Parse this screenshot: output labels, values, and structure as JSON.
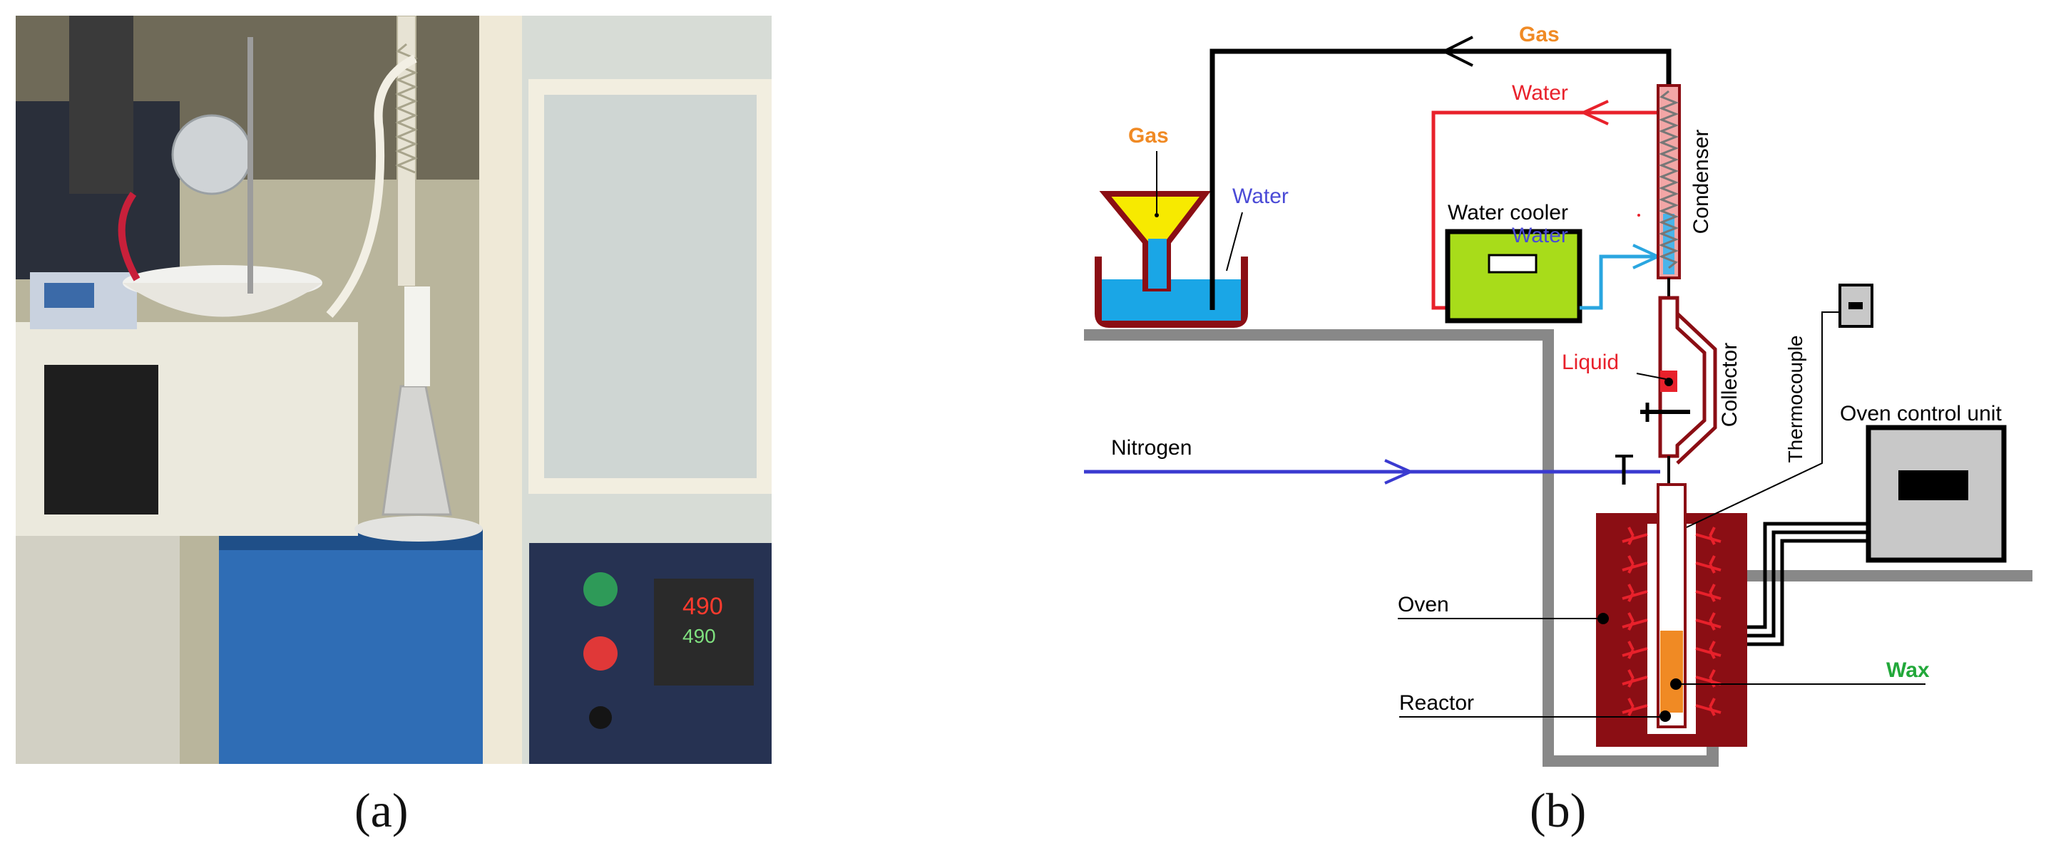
{
  "panels": {
    "a": {
      "caption": "(a)"
    },
    "b": {
      "caption": "(b)"
    }
  },
  "labels": {
    "gas_top": "Gas",
    "gas_funnel": "Gas",
    "water_return": "Water",
    "water_bath": "Water",
    "water_feed": "Water",
    "water_cooler": "Water cooler",
    "condenser": "Condenser",
    "collector": "Collector",
    "liquid": "Liquid",
    "thermocouple": "Thermocouple",
    "oven_control_unit": "Oven control unit",
    "nitrogen": "Nitrogen",
    "oven": "Oven",
    "reactor": "Reactor",
    "wax": "Wax"
  },
  "photo_display": {
    "readout_top": "490",
    "readout_bottom": "490"
  },
  "colors": {
    "gas_label": "#f08a24",
    "water_return_line": "#e8212b",
    "water_feed_line": "#2aa6e0",
    "water_label_blue": "#4a4ad6",
    "nitrogen_line": "#3a3ad0",
    "wax_label": "#22a83a",
    "oven_body": "#8b0e14",
    "wax_fill": "#f08a24",
    "cooler_body": "#a8dc1a",
    "bath_water": "#1aa6e6",
    "bench": "#888888"
  }
}
